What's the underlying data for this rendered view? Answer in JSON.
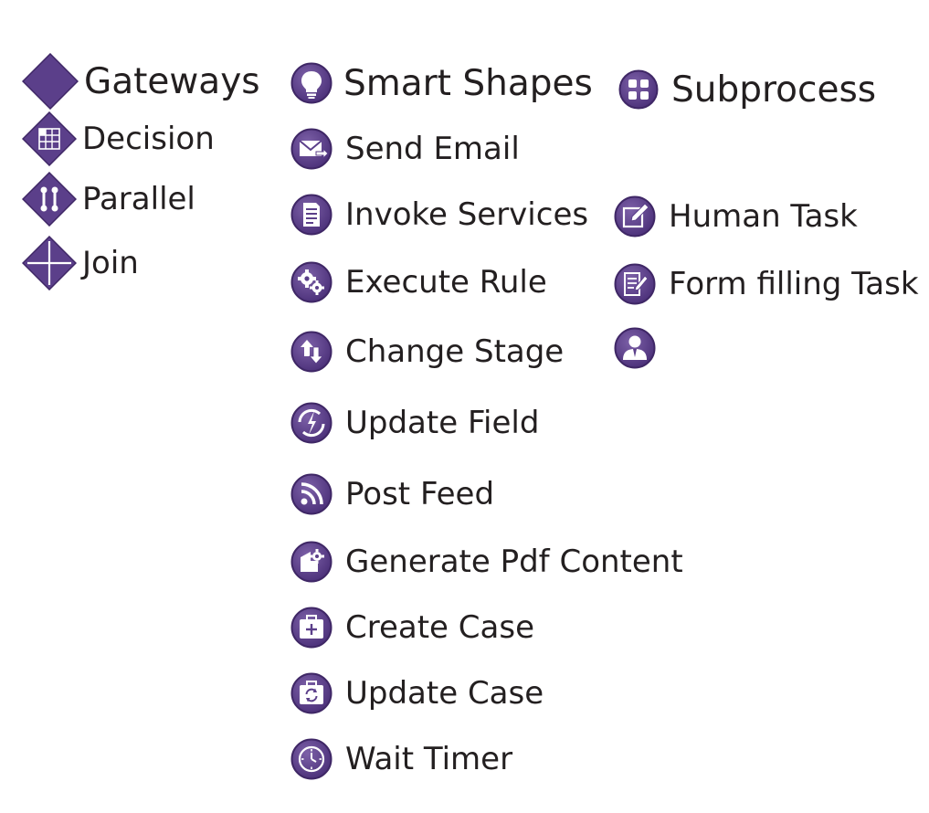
{
  "palette": {
    "purple": "#5b3f8a",
    "purple_dark": "#3f2766",
    "purple_light": "#7d61a8",
    "text": "#231f20"
  },
  "gateways": {
    "title": "Gateways",
    "title_icon": "diamond-icon",
    "items": [
      {
        "label": "Decision",
        "icon": "decision-table-icon"
      },
      {
        "label": "Parallel",
        "icon": "parallel-icon"
      },
      {
        "label": "Join",
        "icon": "join-plus-icon"
      }
    ]
  },
  "smart_shapes": {
    "title": "Smart Shapes",
    "title_icon": "lightbulb-icon",
    "items": [
      {
        "label": "Send Email",
        "icon": "send-email-icon"
      },
      {
        "label": "Invoke Services",
        "icon": "invoke-services-icon"
      },
      {
        "label": "Execute Rule",
        "icon": "gears-icon"
      },
      {
        "label": "Change Stage",
        "icon": "change-stage-icon"
      },
      {
        "label": "Update Field",
        "icon": "update-field-icon"
      },
      {
        "label": "Post Feed",
        "icon": "feed-icon"
      },
      {
        "label": "Generate Pdf Content",
        "icon": "generate-pdf-icon"
      },
      {
        "label": "Create Case",
        "icon": "create-case-icon"
      },
      {
        "label": "Update Case",
        "icon": "update-case-icon"
      },
      {
        "label": "Wait Timer",
        "icon": "timer-icon"
      }
    ]
  },
  "subprocess": {
    "title": "Subprocess",
    "title_icon": "grid-icon",
    "items": [
      {
        "label": "Human Task",
        "icon": "human-task-icon"
      },
      {
        "label": "Form filling Task",
        "icon": "form-filling-icon"
      },
      {
        "label": "",
        "icon": "user-icon"
      }
    ]
  }
}
